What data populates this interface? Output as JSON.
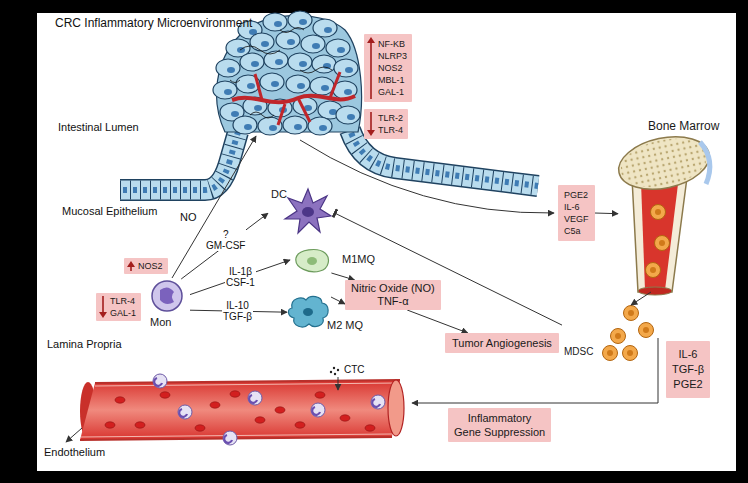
{
  "diagram": {
    "title": "CRC Inflammatory Microenvironment",
    "nodes": [
      {
        "text": [
          "NF-KB NLRP3 NOS2 MBL-1 GAL-1"
        ]
      },
      {
        "text": [
          "TLR-2 TLR-4"
        ]
      },
      {
        "text": [
          "PGE2 IL-6 VEGF C5a"
        ]
      },
      {
        "text": [
          "Bone Marrow"
        ]
      },
      {
        "text": [
          "DC"
        ]
      },
      {
        "text": [
          "Mon"
        ]
      },
      {
        "text": [
          "M1MQ"
        ]
      },
      {
        "text": [
          "M2 MQ"
        ]
      },
      {
        "text": [
          "NOS2"
        ]
      },
      {
        "text": [
          "TLR-4 GAL-1"
        ]
      },
      {
        "text": [
          "Nitric Oxide (NO) TNF-α"
        ]
      },
      {
        "text": [
          "Tumor Angiogenesis"
        ]
      },
      {
        "text": [
          "MDSC"
        ]
      },
      {
        "text": [
          "IL-6 TGF-β PGE2"
        ]
      },
      {
        "text": [
          "Inflammatory Gene Suppression"
        ]
      }
    ],
    "edges": [
      {
        "from": 2,
        "to": 3,
        "arrow": "to"
      },
      {
        "from": 3,
        "to": 12,
        "arrow": "to"
      },
      {
        "from": 12,
        "to": 4,
        "arrow": "to"
      },
      {
        "from": 5,
        "to": 4,
        "label": "? GM-CSF",
        "arrow": "to"
      },
      {
        "from": 5,
        "to": 6,
        "label": "IL-1β CSF-1",
        "arrow": "to"
      },
      {
        "from": 5,
        "to": 7,
        "label": "IL-10 TGF-β",
        "arrow": "to"
      },
      {
        "from": 6,
        "to": 10,
        "arrow": "to"
      },
      {
        "from": 7,
        "to": 10,
        "arrow": "to"
      },
      {
        "from": 10,
        "to": 11,
        "arrow": "to"
      }
    ],
    "labels": [
      "Intestinal Lumen",
      "Mucosal Epithelium",
      "NO",
      "Lamina Propria",
      "CTC",
      "Endothelium"
    ]
  }
}
